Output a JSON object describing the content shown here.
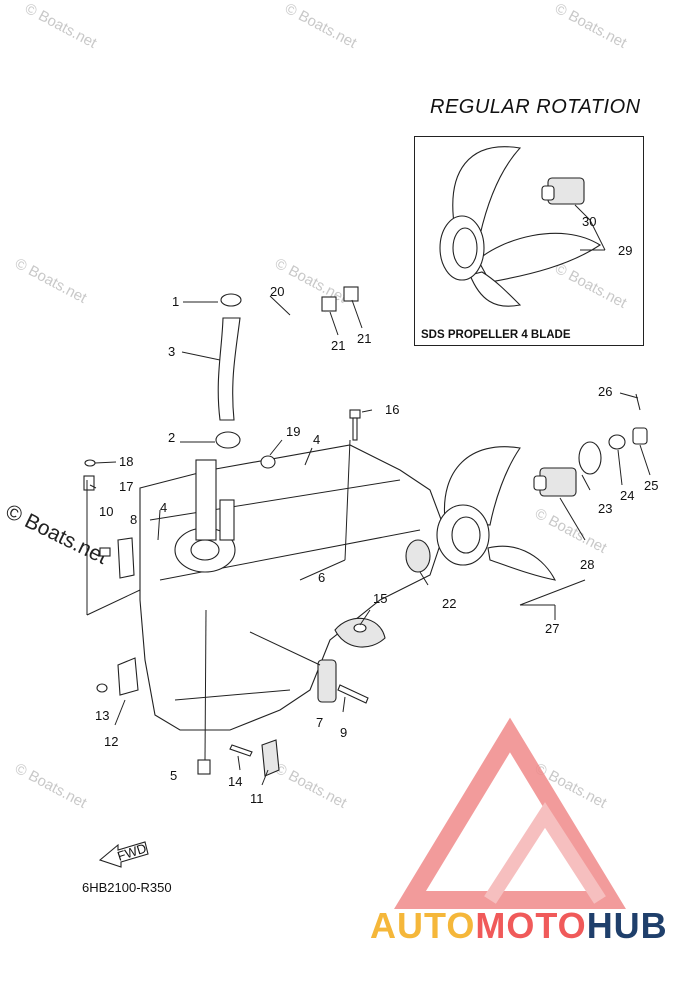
{
  "title": "REGULAR ROTATION",
  "inset_label": "SDS PROPELLER 4 BLADE",
  "diagram_code": "6HB2100-R350",
  "fwd_label": "FWD",
  "watermark": "© Boats.net",
  "brand": {
    "part1": "AUTO",
    "part2": "MOTO",
    "part3": "HUB"
  },
  "callouts": [
    {
      "n": "1"
    },
    {
      "n": "2"
    },
    {
      "n": "3"
    },
    {
      "n": "4"
    },
    {
      "n": "4"
    },
    {
      "n": "5"
    },
    {
      "n": "6"
    },
    {
      "n": "7"
    },
    {
      "n": "8"
    },
    {
      "n": "9"
    },
    {
      "n": "10"
    },
    {
      "n": "11"
    },
    {
      "n": "12"
    },
    {
      "n": "13"
    },
    {
      "n": "14"
    },
    {
      "n": "15"
    },
    {
      "n": "16"
    },
    {
      "n": "17"
    },
    {
      "n": "18"
    },
    {
      "n": "19"
    },
    {
      "n": "20"
    },
    {
      "n": "21"
    },
    {
      "n": "21"
    },
    {
      "n": "22"
    },
    {
      "n": "23"
    },
    {
      "n": "24"
    },
    {
      "n": "25"
    },
    {
      "n": "26"
    },
    {
      "n": "27"
    },
    {
      "n": "28"
    },
    {
      "n": "29"
    },
    {
      "n": "30"
    }
  ]
}
